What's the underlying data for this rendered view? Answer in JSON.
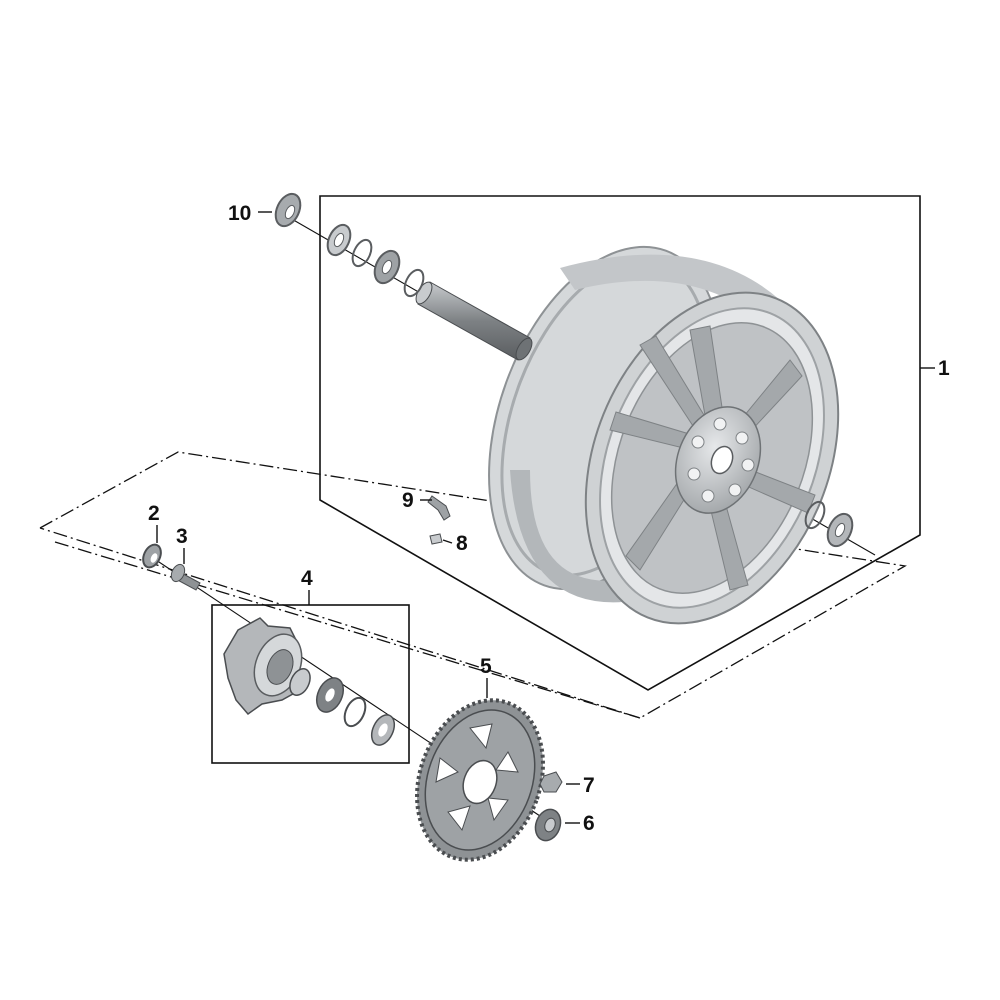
{
  "diagram": {
    "colors": {
      "part_light": "#dadcde",
      "part_mid": "#b4b7ba",
      "part_dark": "#7e8285",
      "part_shadow": "#5a5d60",
      "line": "#111111",
      "background": "#ffffff"
    },
    "callouts": [
      {
        "id": "1",
        "label": "1"
      },
      {
        "id": "2",
        "label": "2"
      },
      {
        "id": "3",
        "label": "3"
      },
      {
        "id": "4",
        "label": "4"
      },
      {
        "id": "5",
        "label": "5"
      },
      {
        "id": "6",
        "label": "6"
      },
      {
        "id": "7",
        "label": "7"
      },
      {
        "id": "8",
        "label": "8"
      },
      {
        "id": "9",
        "label": "9"
      },
      {
        "id": "10",
        "label": "10"
      }
    ]
  }
}
